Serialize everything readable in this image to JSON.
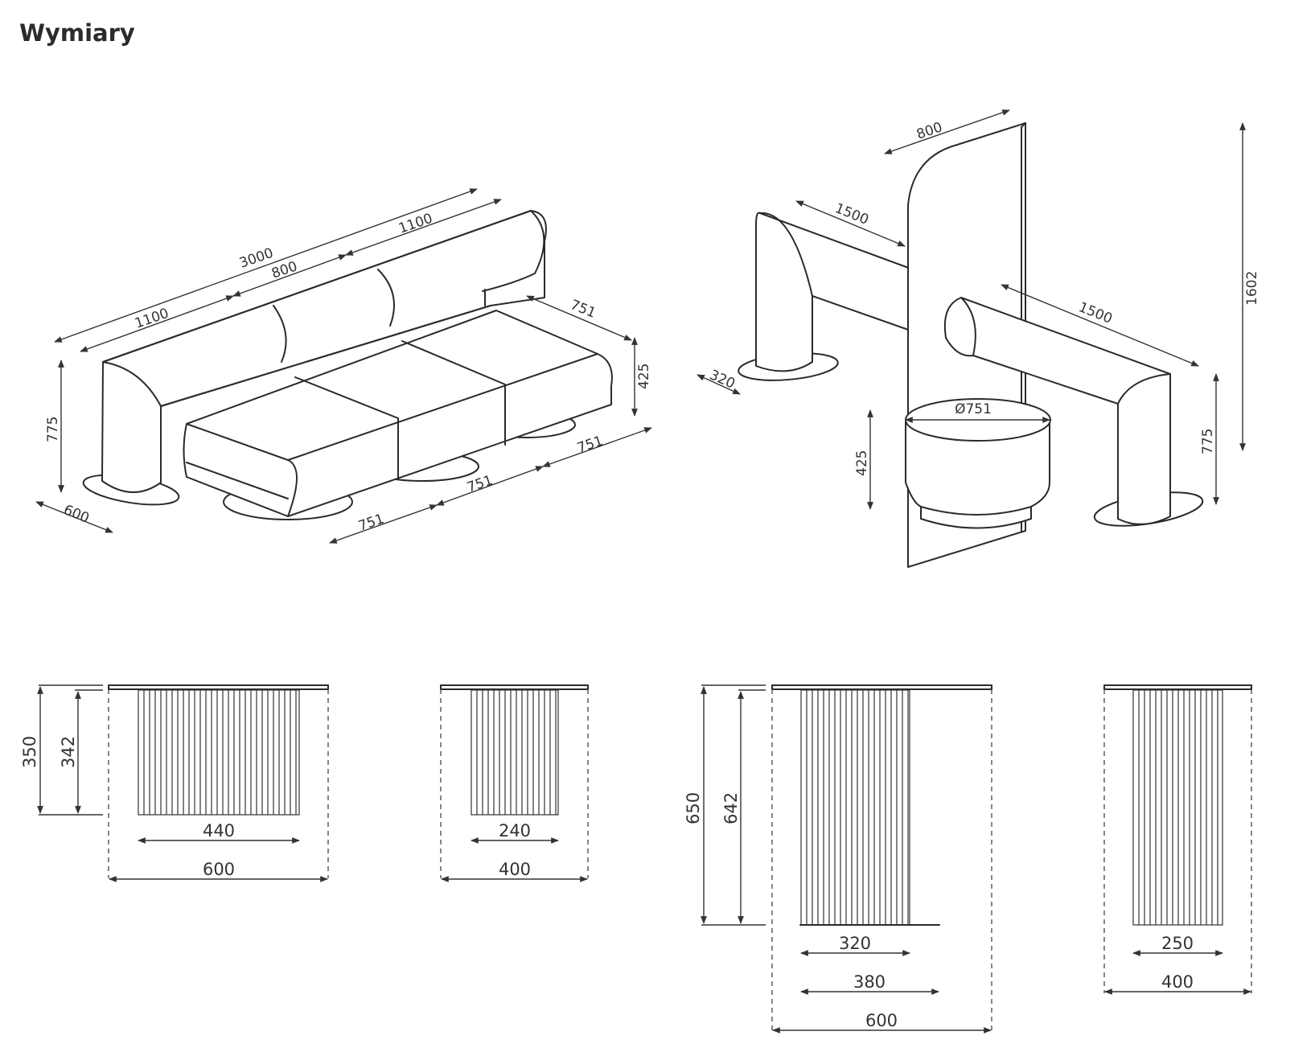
{
  "title": "Wymiary",
  "colors": {
    "line": "#2a2a2a",
    "text": "#333333",
    "background": "#ffffff"
  },
  "sofa": {
    "overall_length": "3000",
    "end_segment_left": "1100",
    "middle_segment": "800",
    "end_segment_right": "1100",
    "depth": "600",
    "back_height": "775",
    "seat_height": "425",
    "seat_depth": "751",
    "seat_module_1": "751",
    "seat_module_2": "751",
    "seat_module_3": "751"
  },
  "bench": {
    "screen_width": "800",
    "arm_length_left": "1500",
    "arm_length_right": "1500",
    "arm_width": "320",
    "total_height": "1602",
    "arm_height": "775",
    "pouf_diameter": "Ø751",
    "pouf_height": "425"
  },
  "tables": [
    {
      "name": "low-table-large",
      "height_total": "350",
      "height_base": "342",
      "base_width": "440",
      "top_width": "600"
    },
    {
      "name": "low-table-small",
      "base_width": "240",
      "top_width": "400"
    },
    {
      "name": "high-table-large",
      "height_total": "650",
      "height_base": "642",
      "base_width": "320",
      "foot_width": "380",
      "top_width": "600"
    },
    {
      "name": "high-table-small",
      "base_width": "250",
      "top_width": "400"
    }
  ]
}
